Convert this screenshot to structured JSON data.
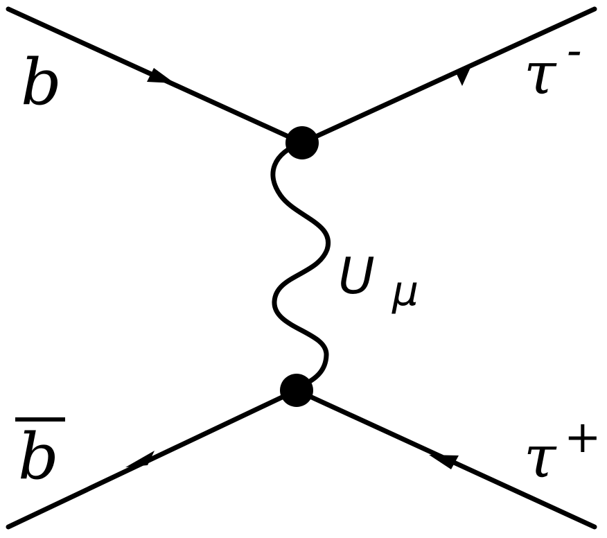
{
  "diagram": {
    "labels": {
      "b_in": "b",
      "b_out": "b",
      "tau_minus_base": "τ",
      "tau_minus_sup": "-",
      "tau_plus_base": "τ",
      "tau_plus_sup": "+",
      "mediator_base": "U",
      "mediator_sub": "μ"
    },
    "colors": {
      "ink": "#000000",
      "background": "#ffffff"
    }
  }
}
